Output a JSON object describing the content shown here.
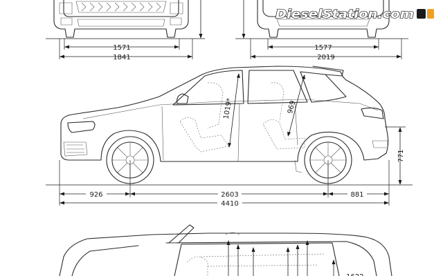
{
  "watermark": {
    "text": "DieselStation.com"
  },
  "views": {
    "front": {
      "track_width": "1571",
      "overall_width": "1841"
    },
    "rear": {
      "track_width": "1577",
      "width_with_mirrors": "2019"
    },
    "side": {
      "roof_height": "1019*",
      "seat_height": "969",
      "ride_height": "771",
      "front_overhang": "926",
      "wheelbase": "2603",
      "rear_overhang": "881",
      "overall_length": "4410"
    },
    "top": {
      "partial_label": "1622"
    }
  }
}
